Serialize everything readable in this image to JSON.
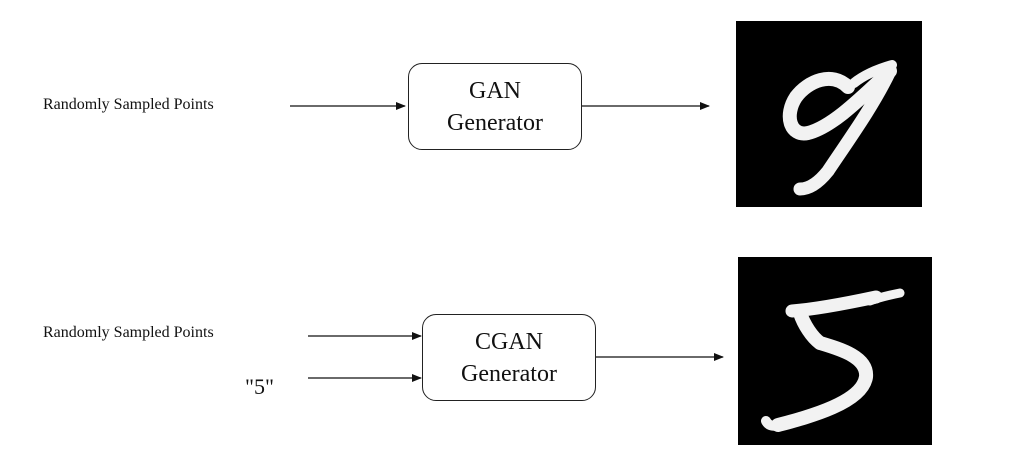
{
  "top_row": {
    "input_label": "Randomly Sampled Points",
    "box_line1": "GAN",
    "box_line2": "Generator",
    "output_image": "handwritten-digit-9"
  },
  "bottom_row": {
    "input_label": "Randomly Sampled Points",
    "condition_label": "\"5\"",
    "box_line1": "CGAN",
    "box_line2": "Generator",
    "output_image": "handwritten-digit-5"
  }
}
